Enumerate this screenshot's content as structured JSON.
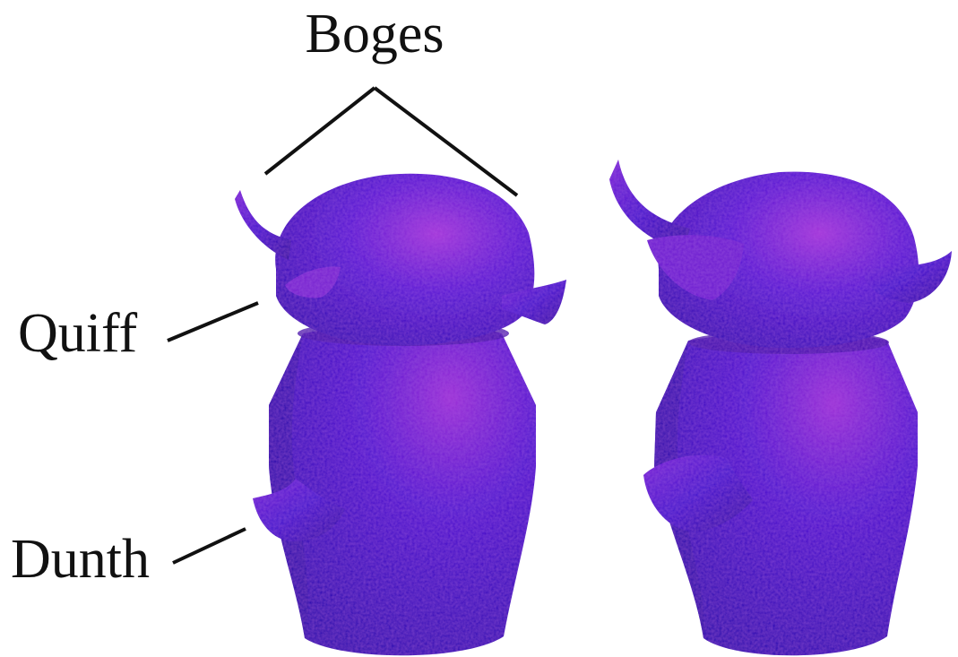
{
  "labels": {
    "boges": "Boges",
    "quiff": "Quiff",
    "dunth": "Dunth"
  },
  "colors": {
    "body_base": "#3a10cf",
    "body_highlight": "#9d2fd6",
    "body_shadow": "#1d07a3",
    "leader_line": "#111111",
    "background": "#ffffff"
  }
}
